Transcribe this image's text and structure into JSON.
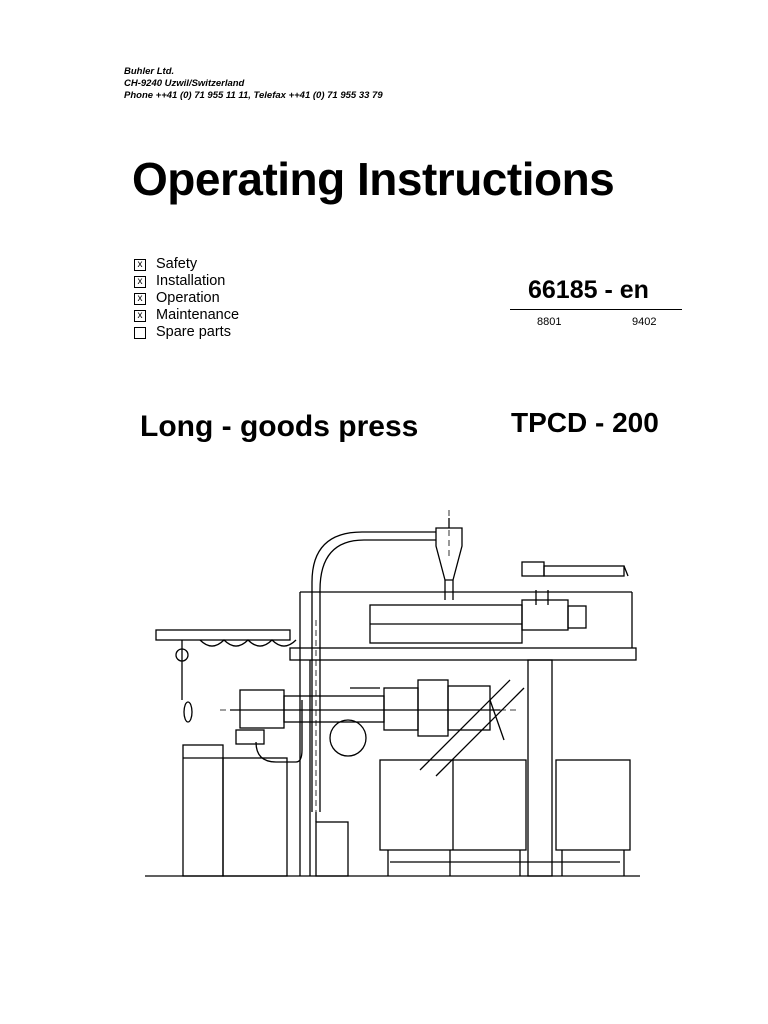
{
  "header": {
    "company": "Buhler Ltd.",
    "address": "CH-9240 Uzwil/Switzerland",
    "contact": "Phone ++41 (0) 71 955 11 11, Telefax ++41 (0) 71 955 33 79"
  },
  "title": "Operating Instructions",
  "checklist": [
    {
      "mark": "x",
      "label": "Safety"
    },
    {
      "mark": "x",
      "label": "Installation"
    },
    {
      "mark": "x",
      "label": "Operation"
    },
    {
      "mark": "x",
      "label": "Maintenance"
    },
    {
      "mark": "",
      "label": "Spare parts"
    }
  ],
  "document": {
    "number": "66185 - en",
    "date_left": "8801",
    "date_right": "9402"
  },
  "product_name": "Long - goods press",
  "model": "TPCD - 200"
}
